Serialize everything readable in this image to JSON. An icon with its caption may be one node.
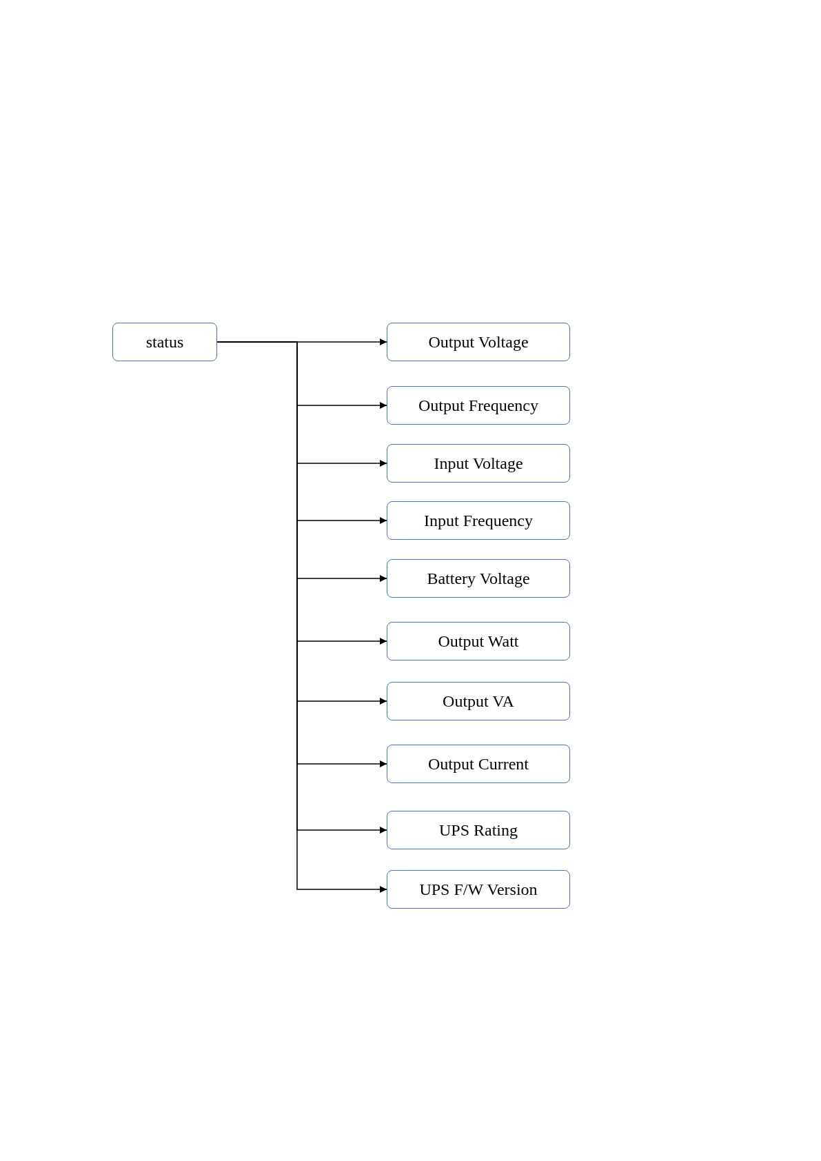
{
  "diagram": {
    "nodes": [
      {
        "text": [
          "status"
        ]
      },
      {
        "text": [
          "Output Voltage"
        ]
      },
      {
        "text": [
          "Output Frequency"
        ]
      },
      {
        "text": [
          "Input Voltage"
        ]
      },
      {
        "text": [
          "Input Frequency"
        ]
      },
      {
        "text": [
          "Battery Voltage"
        ]
      },
      {
        "text": [
          "Output Watt"
        ]
      },
      {
        "text": [
          "Output VA"
        ]
      },
      {
        "text": [
          "Output Current"
        ]
      },
      {
        "text": [
          "UPS Rating"
        ]
      },
      {
        "text": [
          "UPS F/W Version"
        ]
      }
    ],
    "edges": [
      {
        "from": 0,
        "to": 1,
        "arrow": "to"
      },
      {
        "from": 0,
        "to": 2,
        "arrow": "to"
      },
      {
        "from": 0,
        "to": 3,
        "arrow": "to"
      },
      {
        "from": 0,
        "to": 4,
        "arrow": "to"
      },
      {
        "from": 0,
        "to": 5,
        "arrow": "to"
      },
      {
        "from": 0,
        "to": 6,
        "arrow": "to"
      },
      {
        "from": 0,
        "to": 7,
        "arrow": "to"
      },
      {
        "from": 0,
        "to": 8,
        "arrow": "to"
      },
      {
        "from": 0,
        "to": 9,
        "arrow": "to"
      },
      {
        "from": 0,
        "to": 10,
        "arrow": "to"
      }
    ]
  }
}
